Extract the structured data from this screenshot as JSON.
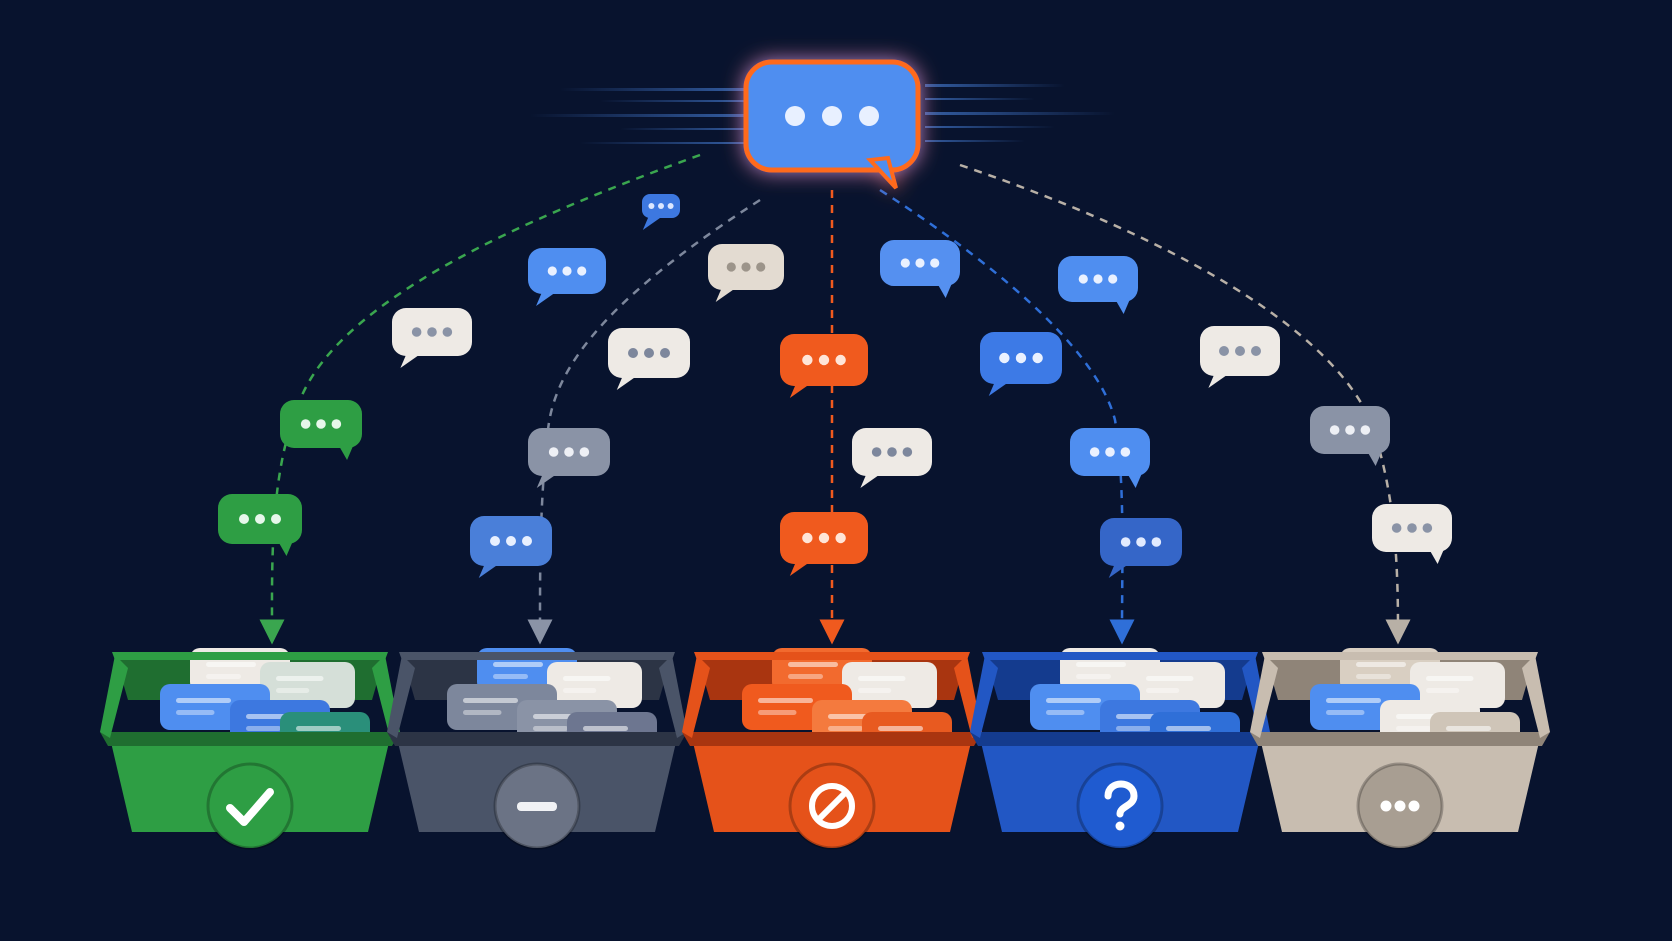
{
  "colors": {
    "background": "#08132e",
    "source_bubble": "#4f8ef0",
    "source_glow": "#ff6a1f",
    "green": "#2e9e44",
    "gray": "#7d879c",
    "orange": "#f05a1e",
    "blue": "#2f6fd8",
    "beige": "#d9cfc2",
    "white_bubble": "#ece8e3"
  },
  "source": {
    "icon": "chat-bubble-dots-icon"
  },
  "bins": [
    {
      "category": "accepted",
      "icon": "checkmark-icon",
      "color": "#2e9e44"
    },
    {
      "category": "neutral",
      "icon": "minus-icon",
      "color": "#4a5468"
    },
    {
      "category": "blocked",
      "icon": "prohibited-icon",
      "color": "#e5521a"
    },
    {
      "category": "unknown",
      "icon": "question-mark-icon",
      "color": "#2257c4"
    },
    {
      "category": "pending",
      "icon": "ellipsis-icon",
      "color": "#c8bdb0"
    }
  ]
}
